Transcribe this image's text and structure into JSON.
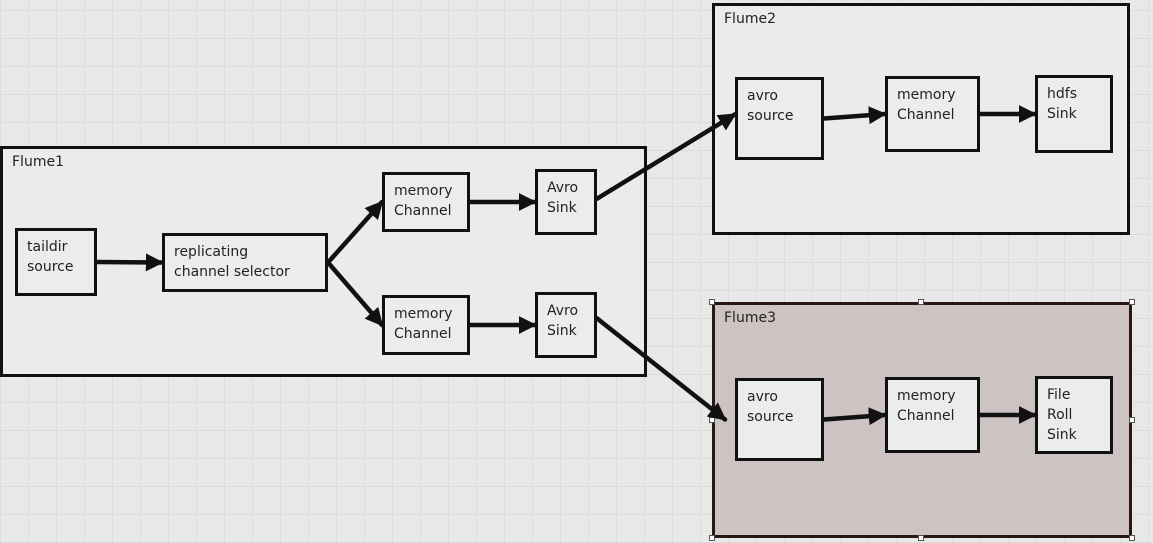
{
  "diagram": {
    "groups": [
      {
        "id": "flume1",
        "title": "Flume1",
        "selected": false
      },
      {
        "id": "flume2",
        "title": "Flume2",
        "selected": false
      },
      {
        "id": "flume3",
        "title": "Flume3",
        "selected": true
      }
    ],
    "nodes": {
      "f1_source": "taildir\nsource",
      "f1_selector": "replicating\nchannel selector",
      "f1_channel1": "memory\nChannel",
      "f1_channel2": "memory\nChannel",
      "f1_sink1": "Avro\nSink",
      "f1_sink2": "Avro\nSink",
      "f2_source": "avro\nsource",
      "f2_channel": "memory\nChannel",
      "f2_sink": "hdfs\nSink",
      "f3_source": "avro\nsource",
      "f3_channel": "memory\nChannel",
      "f3_sink": "File\nRoll\nSink"
    },
    "edges": [
      [
        "f1_source",
        "f1_selector"
      ],
      [
        "f1_selector",
        "f1_channel1"
      ],
      [
        "f1_selector",
        "f1_channel2"
      ],
      [
        "f1_channel1",
        "f1_sink1"
      ],
      [
        "f1_channel2",
        "f1_sink2"
      ],
      [
        "f1_sink1",
        "f2_source"
      ],
      [
        "f1_sink2",
        "f3_source"
      ],
      [
        "f2_source",
        "f2_channel"
      ],
      [
        "f2_channel",
        "f2_sink"
      ],
      [
        "f3_source",
        "f3_channel"
      ],
      [
        "f3_channel",
        "f3_sink"
      ]
    ],
    "colors": {
      "canvas": "#e8e8e8",
      "stroke": "#111111",
      "group_fill": "#ebebeb",
      "selected_fill": "#cdc3c2"
    }
  }
}
